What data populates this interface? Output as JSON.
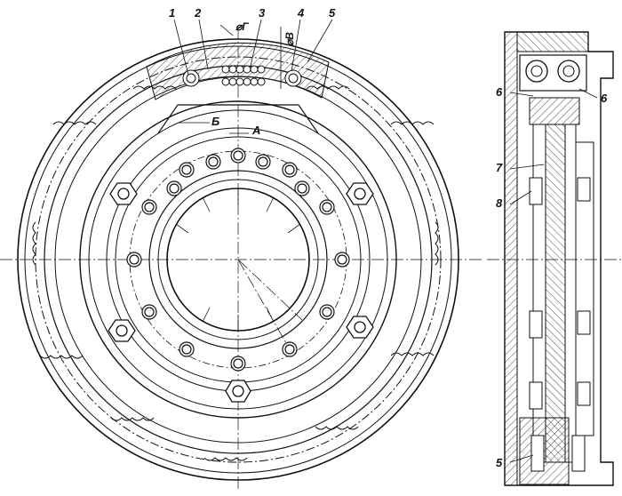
{
  "labels": {
    "front": [
      "1",
      "2",
      "3",
      "4",
      "5"
    ],
    "dims": {
      "d_g": "⌀Г",
      "d_v": "⌀В",
      "gap_b": "Б",
      "gap_a": "А"
    },
    "side": {
      "l6a": "6",
      "l6b": "6",
      "l7": "7",
      "l8": "8",
      "l5": "5"
    }
  },
  "colors": {
    "ink": "#111111",
    "paper": "#ffffff"
  }
}
